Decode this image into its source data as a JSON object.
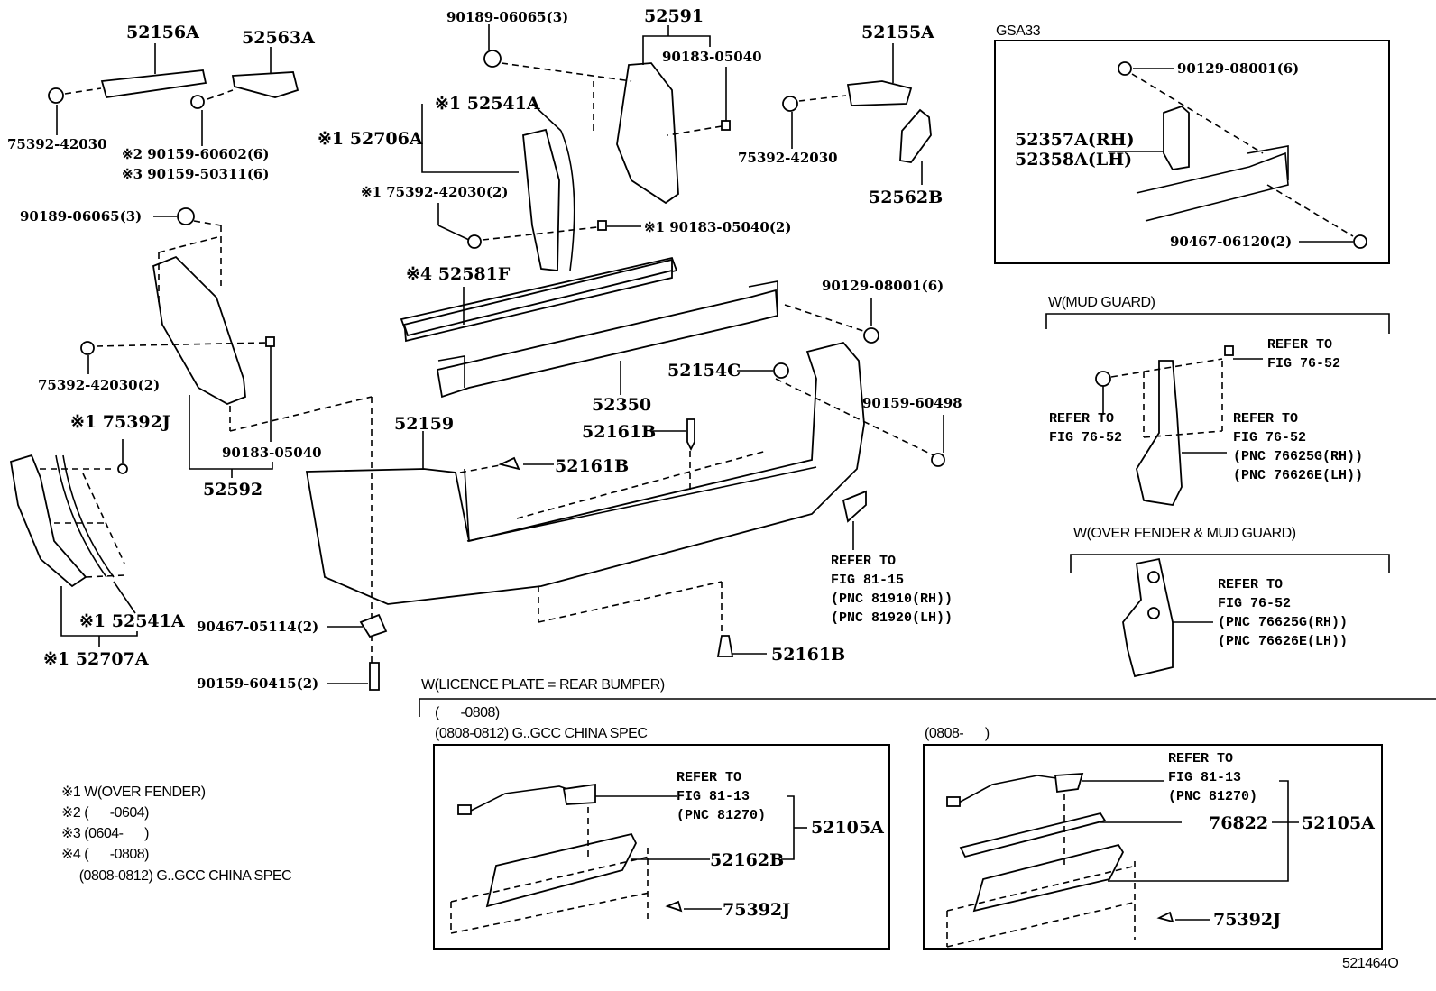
{
  "figure": {
    "title": "Rear bumper & rear bumper cover parts diagram",
    "figure_code": "521464O"
  },
  "labels": {
    "p52156A": "52156A",
    "p52563A": "52563A",
    "p75392_42030_a": "75392-42030",
    "p90159_60602": "※2 90159-60602(6)",
    "p90159_50311": "※3 90159-50311(6)",
    "p90189_06065_a": "90189-06065(3)",
    "p90189_06065_b": "90189-06065(3)",
    "p52591": "52591",
    "p90183_05040_a": "90183-05040",
    "p52541A_a": "※1 52541A",
    "p52706A": "※1 52706A",
    "p75392_42030_2a": "※1 75392-42030(2)",
    "p90183_05040_2": "※1 90183-05040(2)",
    "p52155A": "52155A",
    "p75392_42030_b": "75392-42030",
    "p52562B": "52562B",
    "p52581F": "※4 52581F",
    "p90129_08001_a": "90129-08001(6)",
    "p75392_42030_2b": "75392-42030(2)",
    "p52350": "52350",
    "p52154C": "52154C",
    "p90159_60498": "90159-60498",
    "p75392J_a": "※1 75392J",
    "p90183_05040_b": "90183-05040",
    "p52592": "52592",
    "p52159": "52159",
    "p52161B_a": "52161B",
    "p52161B_b": "52161B",
    "p52161B_c": "52161B",
    "p52541A_b": "※1 52541A",
    "p52707A": "※1 52707A",
    "p90467_05114": "90467-05114(2)",
    "p90159_60415": "90159-60415(2)"
  },
  "gsa33": {
    "title": "GSA33",
    "p90129_08001": "90129-08001(6)",
    "p52357A": "52357A(RH)",
    "p52358A": "52358A(LH)",
    "p90467_06120": "90467-06120(2)"
  },
  "mud_guard": {
    "title": "W(MUD GUARD)",
    "ref_a": "REFER TO\nFIG 76-52",
    "ref_b": "REFER TO\nFIG 76-52",
    "ref_c": "REFER TO\nFIG 76-52\n(PNC 76625G(RH))\n(PNC 76626E(LH))"
  },
  "over_fender_mud_guard": {
    "title": "W(OVER FENDER & MUD GUARD)",
    "ref": "REFER TO\nFIG 76-52\n(PNC 76625G(RH))\n(PNC 76626E(LH))"
  },
  "reflector_ref": "REFER TO\nFIG 81-15\n(PNC 81910(RH))\n(PNC 81920(LH))",
  "licence_plate": {
    "title": "W(LICENCE PLATE = REAR BUMPER)",
    "range_a": "(      -0808)",
    "range_b": "(0808-0812) G..GCC CHINA SPEC",
    "range_c": "(0808-      )",
    "left_box": {
      "ref": "REFER TO\nFIG 81-13\n(PNC 81270)",
      "p52105A": "52105A",
      "p52162B": "52162B",
      "p75392J": "75392J"
    },
    "right_box": {
      "ref": "REFER TO\nFIG 81-13\n(PNC 81270)",
      "p76822": "76822",
      "p52105A": "52105A",
      "p75392J": "75392J"
    }
  },
  "footnotes": [
    "※1 W(OVER FENDER)",
    "※2 (      -0604)",
    "※3 (0604-      )",
    "※4 (      -0808)",
    "     (0808-0812) G..GCC CHINA SPEC"
  ]
}
